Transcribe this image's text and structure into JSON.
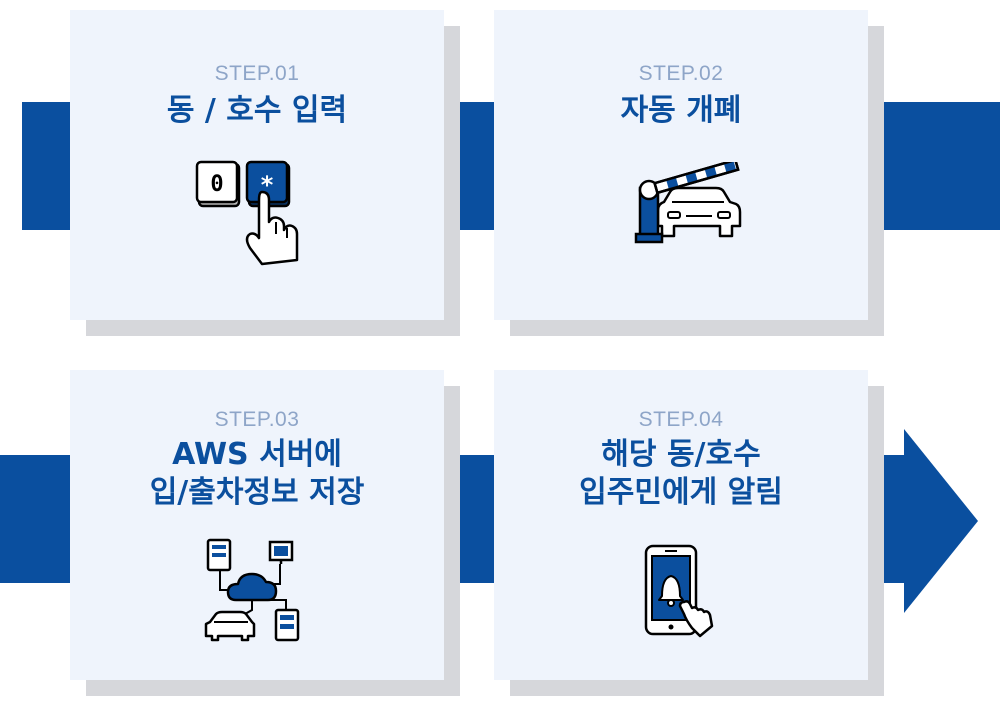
{
  "colors": {
    "accent": "#0a4f9f",
    "card_bg": "#eff4fc",
    "step_label": "#8ea5c8",
    "shadow": "#d6d7db"
  },
  "steps": [
    {
      "label": "STEP.01",
      "title": [
        "동 / 호수 입력"
      ],
      "icon": "keypad-press-icon"
    },
    {
      "label": "STEP.02",
      "title": [
        "자동 개폐"
      ],
      "icon": "parking-barrier-icon"
    },
    {
      "label": "STEP.03",
      "title": [
        "AWS 서버에",
        "입/출차정보 저장"
      ],
      "icon": "cloud-server-network-icon"
    },
    {
      "label": "STEP.04",
      "title": [
        "해당 동/호수",
        "입주민에게 알림"
      ],
      "icon": "phone-notification-icon"
    }
  ],
  "keypad": {
    "key_zero": "0",
    "key_star": "*"
  }
}
